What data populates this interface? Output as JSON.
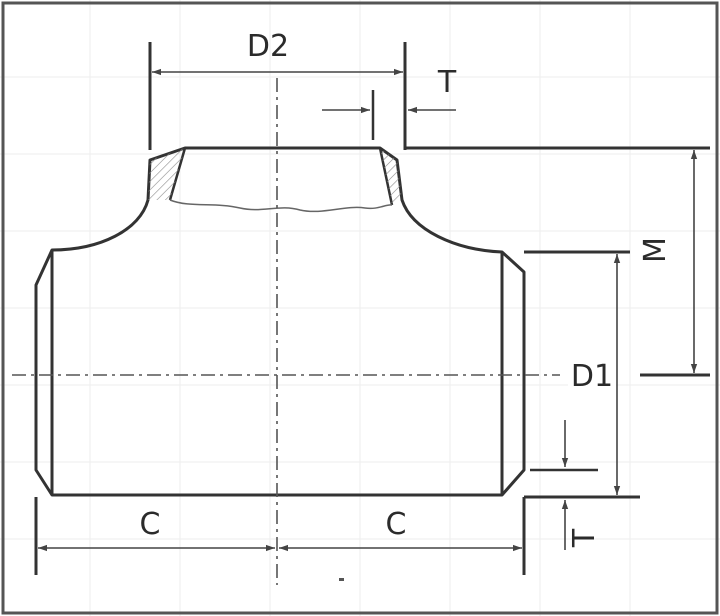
{
  "diagram": {
    "labels": {
      "d2": "D2",
      "t_top": "T",
      "m": "M",
      "d1": "D1",
      "c_left": "C",
      "c_right": "C",
      "t_bottom": "T"
    },
    "colors": {
      "line": "#333333",
      "dim": "#444444",
      "centerline": "#555555",
      "weld": "#888888",
      "grid": "#eeeeee",
      "background": "#ffffff"
    }
  }
}
